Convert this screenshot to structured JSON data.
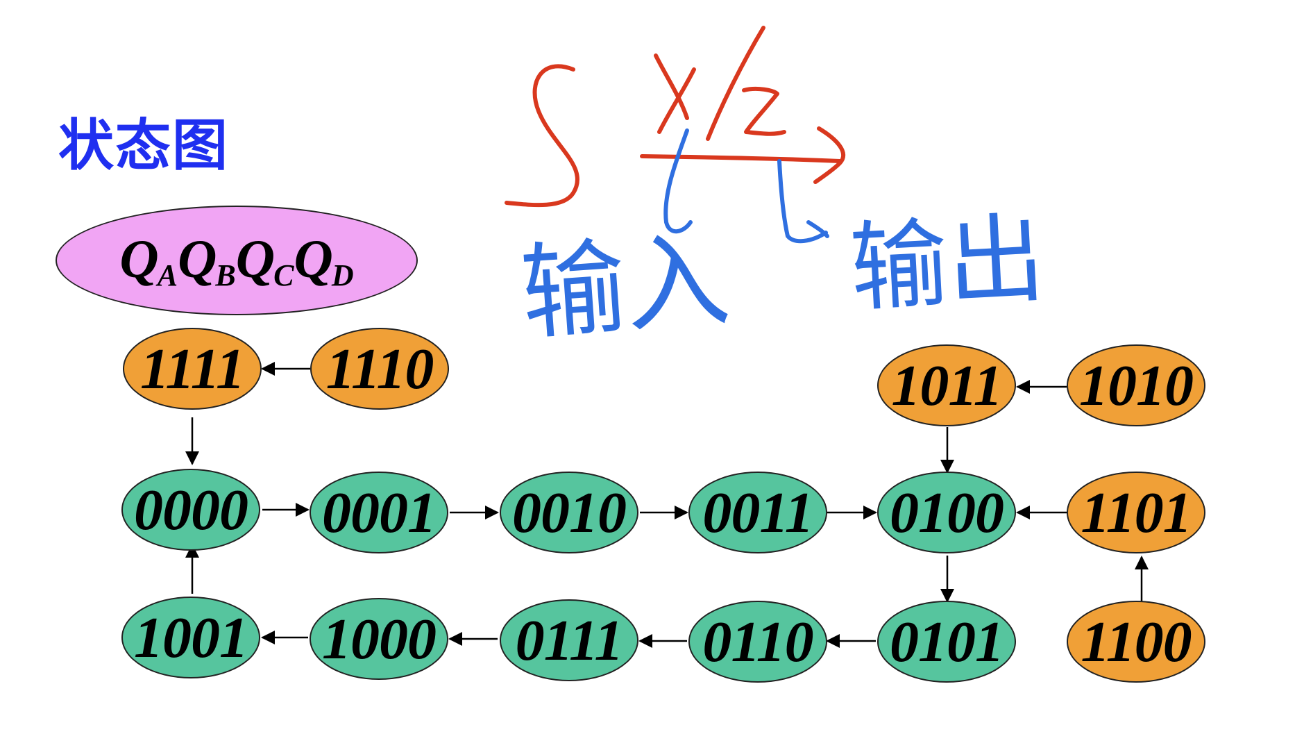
{
  "title": "状态图",
  "legend": {
    "variables": [
      {
        "name": "Q",
        "sub": "A"
      },
      {
        "name": "Q",
        "sub": "B"
      },
      {
        "name": "Q",
        "sub": "C"
      },
      {
        "name": "Q",
        "sub": "D"
      }
    ]
  },
  "handwriting": {
    "state_symbol": "S",
    "transition_label": "X/Z",
    "input_label": "输入",
    "output_label": "输出",
    "colors": {
      "red": "#d9381e",
      "blue": "#2f6fe0"
    }
  },
  "colors": {
    "valid_state": "#56c59e",
    "invalid_state": "#f0a037",
    "legend_fill": "#f1a5f4",
    "title": "#1f2ff0"
  },
  "states": {
    "s1111": "1111",
    "s1110": "1110",
    "s1011": "1011",
    "s1010": "1010",
    "s0000": "0000",
    "s0001": "0001",
    "s0010": "0010",
    "s0011": "0011",
    "s0100": "0100",
    "s1101": "1101",
    "s1001": "1001",
    "s1000": "1000",
    "s0111": "0111",
    "s0110": "0110",
    "s0101": "0101",
    "s1100": "1100"
  },
  "transitions": [
    {
      "from": "1110",
      "to": "1111"
    },
    {
      "from": "1111",
      "to": "0000"
    },
    {
      "from": "1010",
      "to": "1011"
    },
    {
      "from": "1011",
      "to": "0100"
    },
    {
      "from": "0000",
      "to": "0001"
    },
    {
      "from": "0001",
      "to": "0010"
    },
    {
      "from": "0010",
      "to": "0011"
    },
    {
      "from": "0011",
      "to": "0100"
    },
    {
      "from": "1101",
      "to": "0100"
    },
    {
      "from": "0100",
      "to": "0101"
    },
    {
      "from": "1100",
      "to": "1101"
    },
    {
      "from": "0101",
      "to": "0110"
    },
    {
      "from": "0110",
      "to": "0111"
    },
    {
      "from": "0111",
      "to": "1000"
    },
    {
      "from": "1000",
      "to": "1001"
    },
    {
      "from": "1001",
      "to": "0000"
    }
  ]
}
